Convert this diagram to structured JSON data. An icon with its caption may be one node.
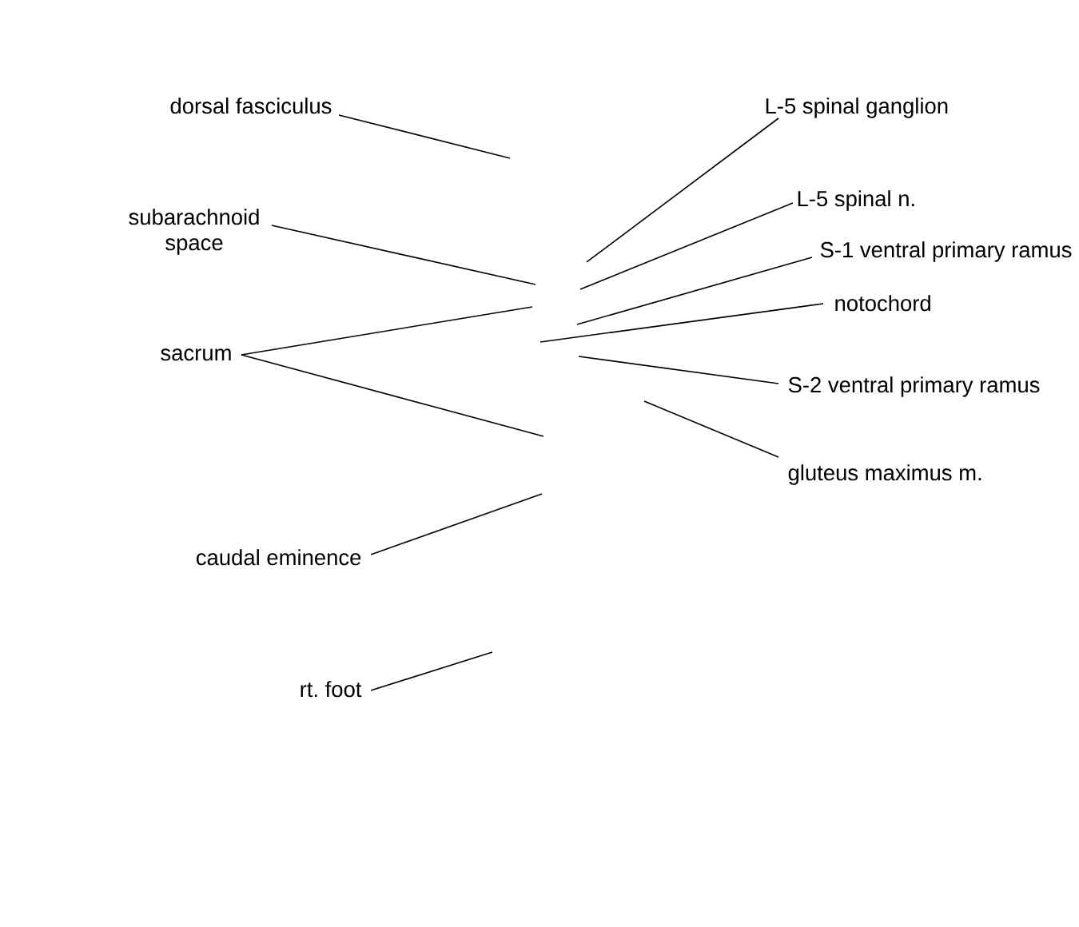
{
  "diagram": {
    "nodes": [
      {
        "text": [
          "dorsal fasciculus"
        ]
      },
      {
        "text": [
          "L-5 spinal ganglion"
        ]
      },
      {
        "text": [
          "subarachnoid space"
        ]
      },
      {
        "text": [
          "L-5 spinal n."
        ]
      },
      {
        "text": [
          "S-1 ventral primary ramus"
        ]
      },
      {
        "text": [
          "notochord"
        ]
      },
      {
        "text": [
          "sacrum"
        ]
      },
      {
        "text": [
          "S-2 ventral primary ramus"
        ]
      },
      {
        "text": [
          "gluteus maximus m."
        ]
      },
      {
        "text": [
          "caudal eminence"
        ]
      },
      {
        "text": [
          "rt. foot"
        ]
      }
    ],
    "edges": [
      {
        "from": 0,
        "to": null,
        "arrow": "none"
      },
      {
        "from": 1,
        "to": null,
        "arrow": "none"
      },
      {
        "from": 2,
        "to": null,
        "arrow": "none"
      },
      {
        "from": 3,
        "to": null,
        "arrow": "none"
      },
      {
        "from": 4,
        "to": null,
        "arrow": "none"
      },
      {
        "from": 5,
        "to": null,
        "arrow": "none"
      },
      {
        "from": 6,
        "to": null,
        "arrow": "none"
      },
      {
        "from": 6,
        "to": null,
        "arrow": "none"
      },
      {
        "from": 7,
        "to": null,
        "arrow": "none"
      },
      {
        "from": 8,
        "to": null,
        "arrow": "none"
      },
      {
        "from": 9,
        "to": null,
        "arrow": "none"
      },
      {
        "from": 10,
        "to": null,
        "arrow": "none"
      }
    ]
  }
}
